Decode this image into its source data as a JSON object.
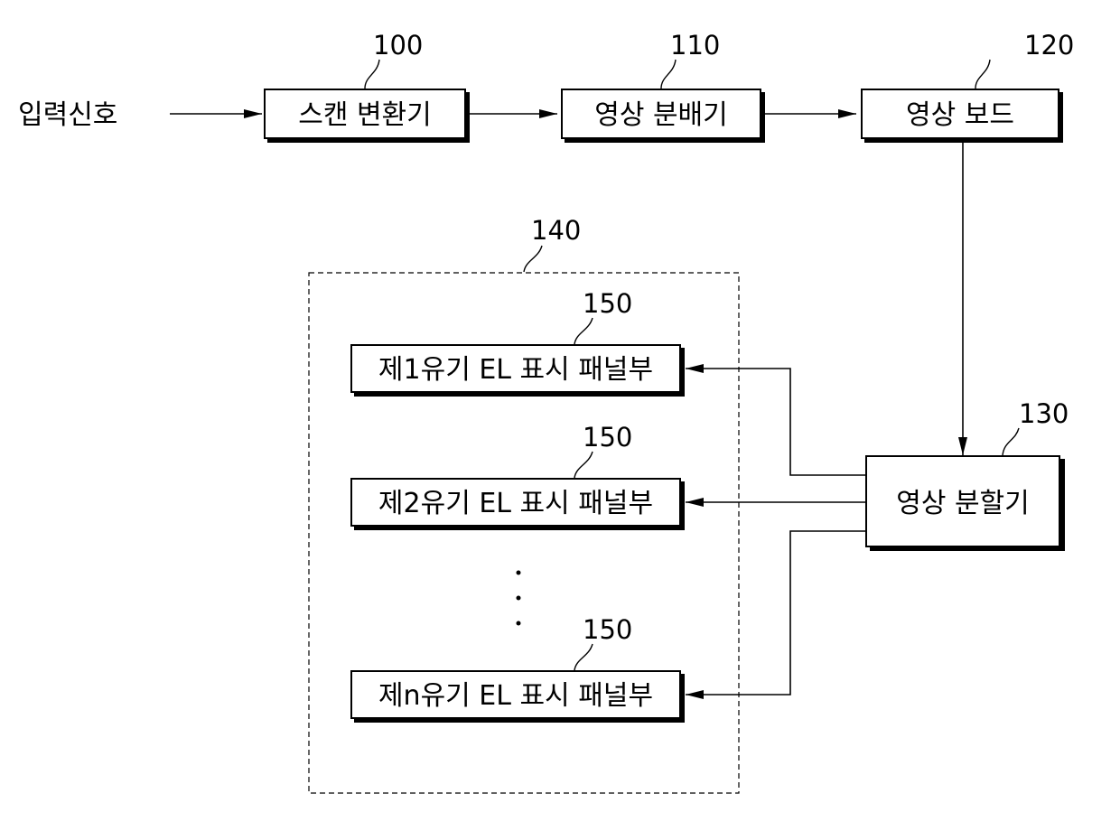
{
  "input_signal": "입력신호",
  "blocks": {
    "scan_converter": {
      "ref": "100",
      "label": "스캔 변환기"
    },
    "image_distributor": {
      "ref": "110",
      "label": "영상 분배기"
    },
    "image_board": {
      "ref": "120",
      "label": "영상 보드"
    },
    "image_splitter": {
      "ref": "130",
      "label": "영상 분할기"
    }
  },
  "panel_group": {
    "ref": "140"
  },
  "panels": [
    {
      "ref": "150",
      "label": "제1유기 EL 표시 패널부"
    },
    {
      "ref": "150",
      "label": "제2유기 EL 표시 패널부"
    },
    {
      "ref": "150",
      "label": "제n유기 EL 표시 패널부"
    }
  ]
}
